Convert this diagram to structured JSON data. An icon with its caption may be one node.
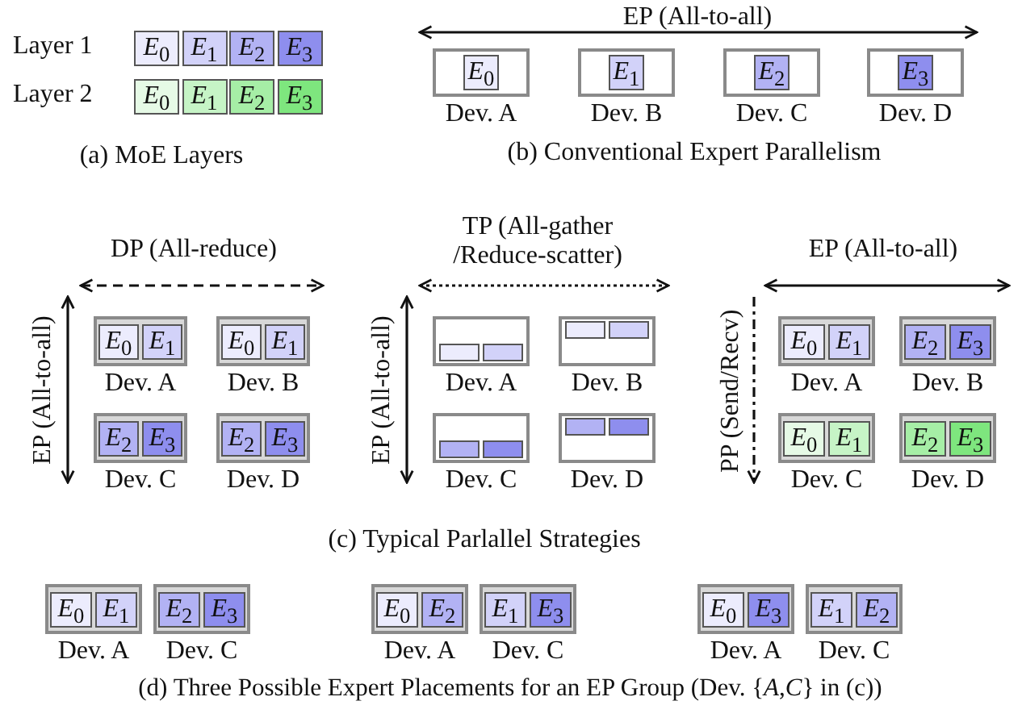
{
  "diagram": {
    "nodes": [
      {
        "text": [
          "*E*$_{0}$"
        ]
      },
      {
        "text": [
          "*E*$_{1}$"
        ]
      },
      {
        "text": [
          "*E*$_{2}$"
        ]
      },
      {
        "text": [
          "*E*$_{3}$"
        ]
      },
      {
        "text": [
          "*E*$_{0}$"
        ]
      },
      {
        "text": [
          "*E*$_{1}$"
        ]
      },
      {
        "text": [
          "*E*$_{2}$"
        ]
      },
      {
        "text": [
          "*E*$_{3}$"
        ]
      },
      {
        "text": [],
        "shape": "box",
        "beside": [
          "Dev. A"
        ]
      },
      {
        "text": [
          "*E*$_{0}$"
        ],
        "in": 8
      },
      {
        "text": [],
        "shape": "box",
        "beside": [
          "Dev. B"
        ]
      },
      {
        "text": [
          "*E*$_{1}$"
        ],
        "in": 10
      },
      {
        "text": [],
        "shape": "box",
        "beside": [
          "Dev. C"
        ]
      },
      {
        "text": [
          "*E*$_{2}$"
        ],
        "in": 12
      },
      {
        "text": [],
        "shape": "box",
        "beside": [
          "Dev. D"
        ]
      },
      {
        "text": [
          "*E*$_{3}$"
        ],
        "in": 14
      },
      {
        "text": [],
        "shape": "box",
        "beside": [
          "Dev. A"
        ]
      },
      {
        "text": [
          "*E*$_{0}$"
        ],
        "in": 16
      },
      {
        "text": [
          "*E*$_{1}$"
        ],
        "in": 16
      },
      {
        "text": [],
        "shape": "box",
        "beside": [
          "Dev. B"
        ]
      },
      {
        "text": [
          "*E*$_{0}$"
        ],
        "in": 19
      },
      {
        "text": [
          "*E*$_{1}$"
        ],
        "in": 19
      },
      {
        "text": [],
        "shape": "box",
        "beside": [
          "Dev. C"
        ]
      },
      {
        "text": [
          "*E*$_{2}$"
        ],
        "in": 22
      },
      {
        "text": [
          "*E*$_{3}$"
        ],
        "in": 22
      },
      {
        "text": [],
        "shape": "box",
        "beside": [
          "Dev. D"
        ]
      },
      {
        "text": [
          "*E*$_{2}$"
        ],
        "in": 25
      },
      {
        "text": [
          "*E*$_{3}$"
        ],
        "in": 25
      },
      {
        "text": [],
        "shape": "box",
        "beside": [
          "Dev. A"
        ]
      },
      {
        "text": [],
        "shape": "bar",
        "in": 28
      },
      {
        "text": [],
        "shape": "bar",
        "in": 28
      },
      {
        "text": [],
        "shape": "box",
        "beside": [
          "Dev. B"
        ]
      },
      {
        "text": [],
        "shape": "bar",
        "in": 31
      },
      {
        "text": [],
        "shape": "bar",
        "in": 31
      },
      {
        "text": [],
        "shape": "box",
        "beside": [
          "Dev. C"
        ]
      },
      {
        "text": [],
        "shape": "bar",
        "in": 34
      },
      {
        "text": [],
        "shape": "bar",
        "in": 34
      },
      {
        "text": [],
        "shape": "box",
        "beside": [
          "Dev. D"
        ]
      },
      {
        "text": [],
        "shape": "bar",
        "in": 37
      },
      {
        "text": [],
        "shape": "bar",
        "in": 37
      },
      {
        "text": [],
        "shape": "box",
        "beside": [
          "Dev. A"
        ]
      },
      {
        "text": [
          "*E*$_{0}$"
        ],
        "in": 40
      },
      {
        "text": [
          "*E*$_{1}$"
        ],
        "in": 40
      },
      {
        "text": [],
        "shape": "box",
        "beside": [
          "Dev. B"
        ]
      },
      {
        "text": [
          "*E*$_{2}$"
        ],
        "in": 43
      },
      {
        "text": [
          "*E*$_{3}$"
        ],
        "in": 43
      },
      {
        "text": [],
        "shape": "box",
        "beside": [
          "Dev. C"
        ]
      },
      {
        "text": [
          "*E*$_{0}$"
        ],
        "in": 46
      },
      {
        "text": [
          "*E*$_{1}$"
        ],
        "in": 46
      },
      {
        "text": [],
        "shape": "box",
        "beside": [
          "Dev. D"
        ]
      },
      {
        "text": [
          "*E*$_{2}$"
        ],
        "in": 49
      },
      {
        "text": [
          "*E*$_{3}$"
        ],
        "in": 49
      },
      {
        "text": [],
        "shape": "box",
        "beside": [
          "Dev. A"
        ]
      },
      {
        "text": [
          "*E*$_{0}$"
        ],
        "in": 52
      },
      {
        "text": [
          "*E*$_{1}$"
        ],
        "in": 52
      },
      {
        "text": [],
        "shape": "box",
        "beside": [
          "Dev. C"
        ]
      },
      {
        "text": [
          "*E*$_{2}$"
        ],
        "in": 55
      },
      {
        "text": [
          "*E*$_{3}$"
        ],
        "in": 55
      },
      {
        "text": [],
        "shape": "box",
        "beside": [
          "Dev. A"
        ]
      },
      {
        "text": [
          "*E*$_{0}$"
        ],
        "in": 58
      },
      {
        "text": [
          "*E*$_{2}$"
        ],
        "in": 58
      },
      {
        "text": [],
        "shape": "box",
        "beside": [
          "Dev. C"
        ]
      },
      {
        "text": [
          "*E*$_{1}$"
        ],
        "in": 61
      },
      {
        "text": [
          "*E*$_{3}$"
        ],
        "in": 61
      },
      {
        "text": [],
        "shape": "box",
        "beside": [
          "Dev. A"
        ]
      },
      {
        "text": [
          "*E*$_{0}$"
        ],
        "in": 64
      },
      {
        "text": [
          "*E*$_{3}$"
        ],
        "in": 64
      },
      {
        "text": [],
        "shape": "box",
        "beside": [
          "Dev. C"
        ]
      },
      {
        "text": [
          "*E*$_{1}$"
        ],
        "in": 67
      },
      {
        "text": [
          "*E*$_{2}$"
        ],
        "in": 67
      }
    ],
    "edges": [
      {
        "from": 8,
        "to": 14,
        "arrow": "both"
      },
      {
        "from": 16,
        "to": 19,
        "arrow": "both",
        "style": "dashed"
      },
      {
        "from": 16,
        "to": 22,
        "arrow": "both"
      },
      {
        "from": 28,
        "to": 31,
        "arrow": "both",
        "style": "dashed"
      },
      {
        "from": 28,
        "to": 34,
        "arrow": "both"
      },
      {
        "from": 40,
        "to": 43,
        "arrow": "both"
      },
      {
        "from": 40,
        "to": 46,
        "arrow": "to",
        "style": "dashed"
      }
    ],
    "labels": [
      "Layer 1",
      "Layer 2",
      "(a) MoE Layers",
      "EP (All-to-all)",
      "(b) Conventional Expert Parallelism",
      "DP (All-reduce)",
      "TP (All-gather /Reduce-scatter)",
      "EP (All-to-all)",
      "EP (All-to-all)",
      "EP (All-to-all)",
      "PP (Send/Recv)",
      "(c) Typical Parlallel Strategies",
      "(d) Three Possible Expert Placements for an EP Group (Dev. {*A*,*C*} in (c))"
    ]
  }
}
